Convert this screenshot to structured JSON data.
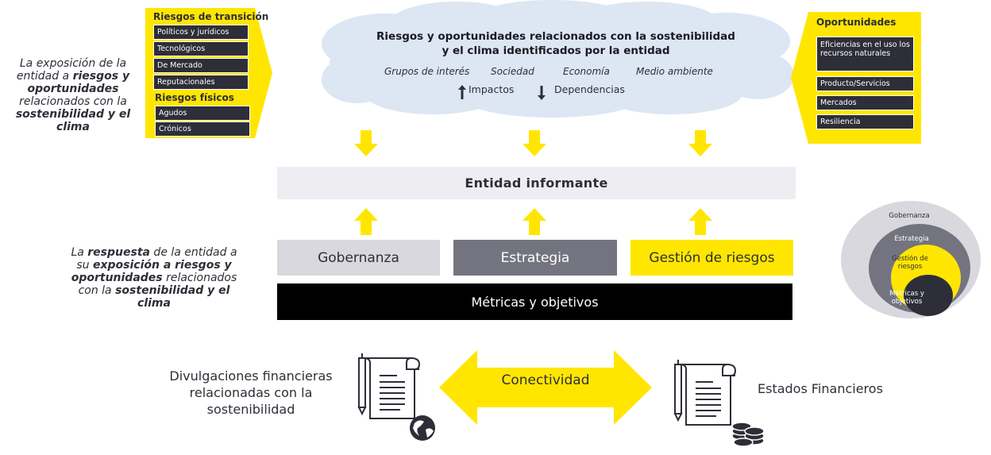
{
  "left_top_note": {
    "t1": "La exposición de la entidad a ",
    "b1": "riesgos y oportunidades",
    "t2": " relacionados con la ",
    "b2": "sostenibilidad y el clima"
  },
  "transition_risks": {
    "header": "Riesgos de transición",
    "items": [
      "Políticos y jurídicos",
      "Tecnológicos",
      "De Mercado",
      "Reputacionales"
    ]
  },
  "physical_risks": {
    "header": "Riesgos físicos",
    "items": [
      "Agudos",
      "Crónicos"
    ]
  },
  "cloud": {
    "title_line1": "Riesgos y oportunidades relacionados con la sostenibilidad",
    "title_line2": "y el clima identificados por la entidad",
    "categories": [
      "Grupos de interés",
      "Sociedad",
      "Economía",
      "Medio ambiente"
    ],
    "impacts": "Impactos",
    "dependencies": "Dependencias"
  },
  "opportunities": {
    "header": "Oportunidades",
    "items": [
      "Eficiencias en el uso los recursos naturales",
      "Producto/Servicios",
      "Mercados",
      "Resiliencia"
    ]
  },
  "entity": "Entidad informante",
  "pillars": {
    "governance": "Gobernanza",
    "strategy": "Estrategia",
    "risk": "Gestión de riesgos",
    "metrics": "Métricas y objetivos"
  },
  "left_mid_note": {
    "t1": "La ",
    "b1": "respuesta",
    "t2": " de la entidad a su ",
    "b2": "exposición a riesgos y oportunidades",
    "t3": " relacionados con la ",
    "b3": "sostenibilidad y el clima"
  },
  "rings": {
    "outer": "Gobernanza",
    "second": "Estrategia",
    "third": "Gestión de riesgos",
    "core": "Métricas y objetivos"
  },
  "bottom": {
    "left_text": "Divulgaciones financieras relacionadas con la sostenibilidad",
    "center": "Conectividad",
    "right_text": "Estados Financieros"
  },
  "colors": {
    "yellow": "#ffe600",
    "dark": "#2e2e38",
    "light_gray": "#d8d8de",
    "mid_gray": "#747480",
    "cloud": "#dde6f3",
    "entity_bg": "#ededf2"
  }
}
